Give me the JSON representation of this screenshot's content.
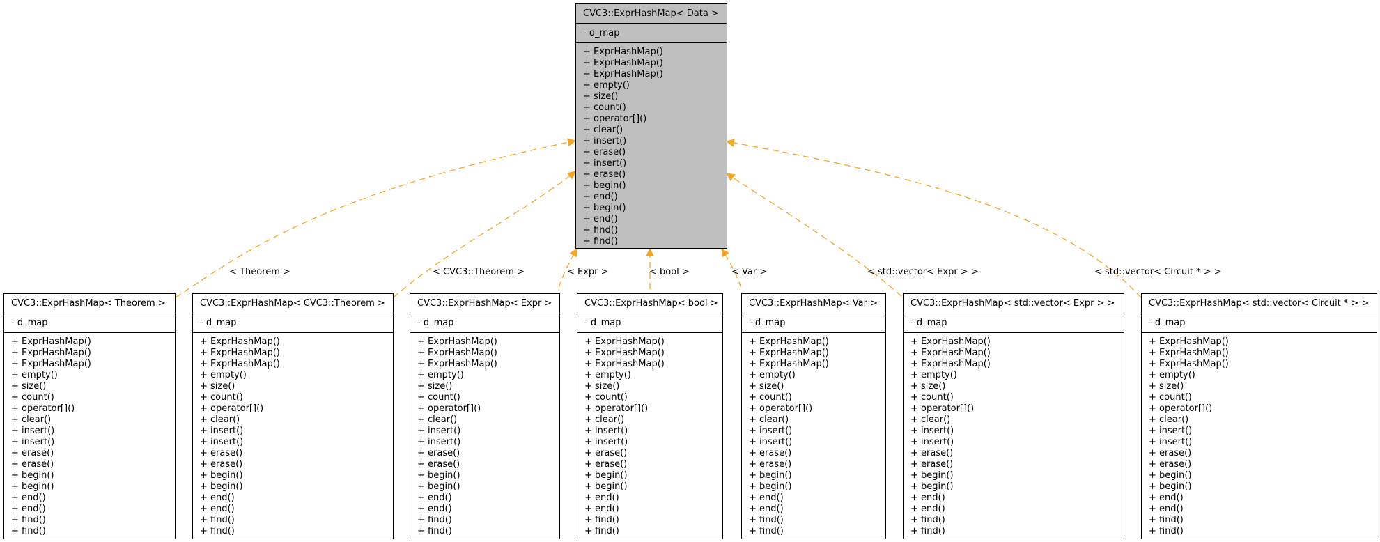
{
  "colors": {
    "edge": "#f5a623",
    "base_fill": "#bfbfbf",
    "node_fill": "#ffffff",
    "border": "#000000"
  },
  "base": {
    "title": "CVC3::ExprHashMap< Data >",
    "attribute": "- d_map",
    "methods": [
      "+ ExprHashMap()",
      "+ ExprHashMap()",
      "+ ExprHashMap()",
      "+ empty()",
      "+ size()",
      "+ count()",
      "+ operator[]()",
      "+ clear()",
      "+ insert()",
      "+ erase()",
      "+ insert()",
      "+ erase()",
      "+ begin()",
      "+ end()",
      "+ begin()",
      "+ end()",
      "+ find()",
      "+ find()"
    ]
  },
  "derived_methods": [
    "+ ExprHashMap()",
    "+ ExprHashMap()",
    "+ ExprHashMap()",
    "+ empty()",
    "+ size()",
    "+ count()",
    "+ operator[]()",
    "+ clear()",
    "+ insert()",
    "+ insert()",
    "+ erase()",
    "+ erase()",
    "+ begin()",
    "+ begin()",
    "+ end()",
    "+ end()",
    "+ find()",
    "+ find()"
  ],
  "derived": [
    {
      "title": "CVC3::ExprHashMap< Theorem >",
      "attribute": "- d_map",
      "edge_label": "< Theorem >"
    },
    {
      "title": "CVC3::ExprHashMap< CVC3::Theorem >",
      "attribute": "- d_map",
      "edge_label": "< CVC3::Theorem >"
    },
    {
      "title": "CVC3::ExprHashMap< Expr >",
      "attribute": "- d_map",
      "edge_label": "< Expr >"
    },
    {
      "title": "CVC3::ExprHashMap< bool >",
      "attribute": "- d_map",
      "edge_label": "< bool >"
    },
    {
      "title": "CVC3::ExprHashMap< Var >",
      "attribute": "- d_map",
      "edge_label": "< Var >"
    },
    {
      "title": "CVC3::ExprHashMap< std::vector< Expr > >",
      "attribute": "- d_map",
      "edge_label": "< std::vector< Expr > >"
    },
    {
      "title": "CVC3::ExprHashMap< std::vector< Circuit * > >",
      "attribute": "- d_map",
      "edge_label": "< std::vector< Circuit * > >"
    }
  ]
}
